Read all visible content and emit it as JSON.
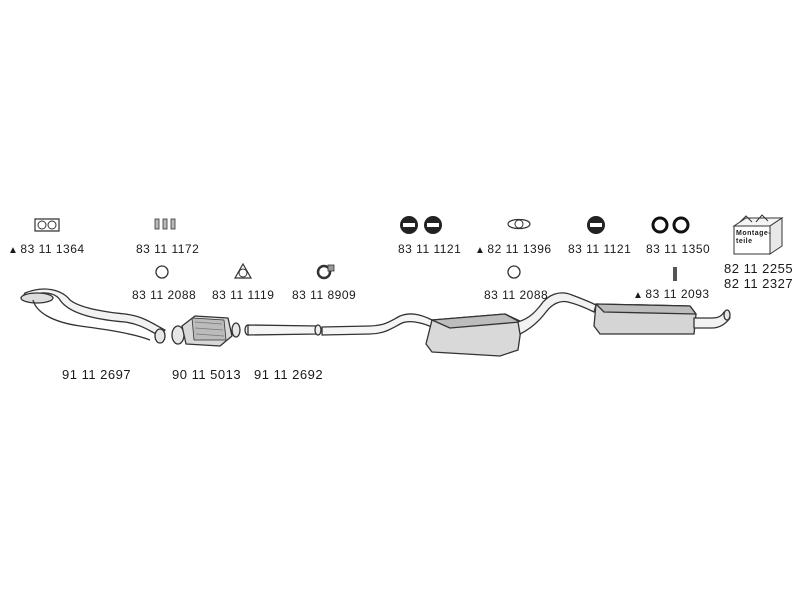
{
  "parts": {
    "gasket_manifold": "83 11 1364",
    "bolts": "83 11 1172",
    "ring_a": "83 11 2088",
    "gasket_flange": "83 11 1119",
    "clamp": "83 11 8909",
    "rubber_mount_a": "83 11 1121",
    "gasket_oval": "82 11 1396",
    "rubber_mount_b": "83 11 1121",
    "o_rings": "83 11 1350",
    "ring_b": "83 11 2088",
    "hanger_pin": "83 11 2093",
    "front_pipe": "91 11 2697",
    "catalytic_converter": "90 11 5013",
    "middle_pipe": "91 11 2692",
    "mounting_kit_1": "82 11 2255",
    "mounting_kit_2": "82 11 2327"
  },
  "kit_box_text": "Montage-\nteile",
  "triangle_symbol": "▲"
}
